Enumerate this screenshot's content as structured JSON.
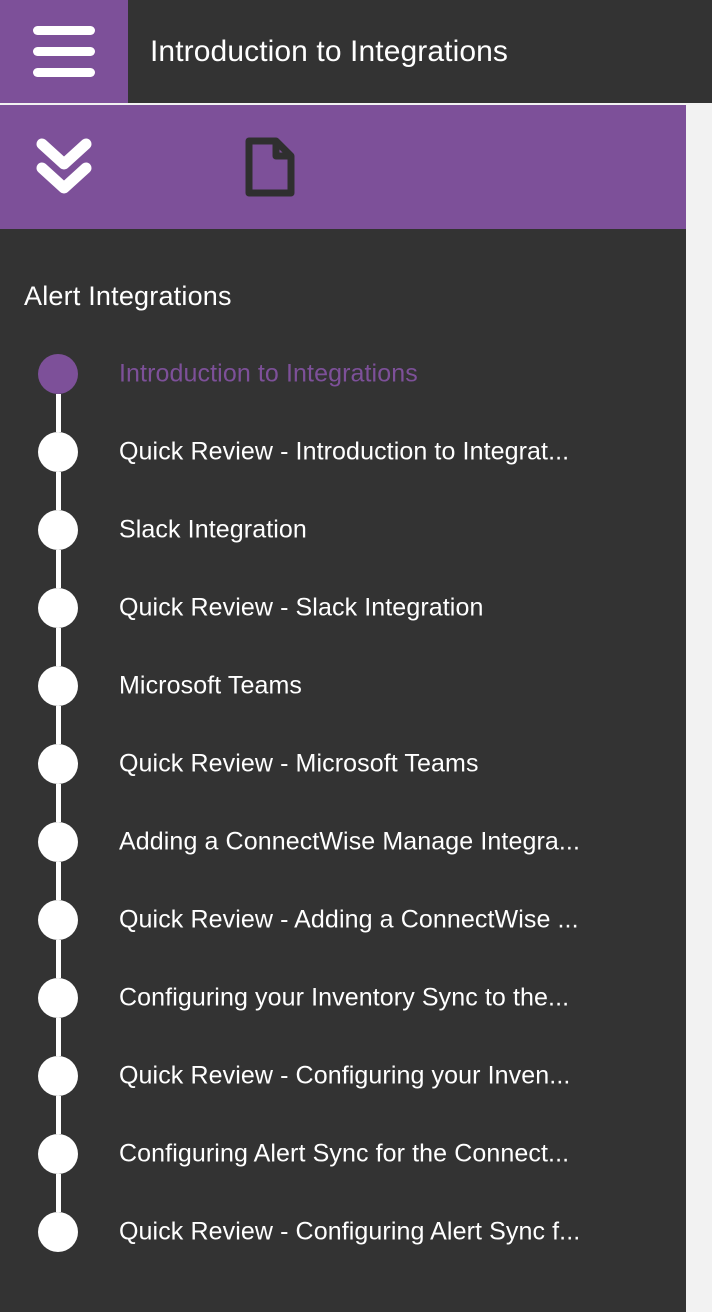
{
  "theme": {
    "accent": "#7d5099",
    "panel_bg": "#333333",
    "topbar_bg": "#333333",
    "page_bg": "#f2f2f2",
    "text": "#ffffff"
  },
  "topbar": {
    "title": "Introduction to Integrations",
    "menu_icon": "hamburger-menu-icon"
  },
  "subbar": {
    "buttons": [
      {
        "icon": "chevron-double-down-icon",
        "name": "collapse-toggle"
      },
      {
        "icon": "document-icon",
        "name": "document-view"
      }
    ]
  },
  "sidebar": {
    "heading": "Alert Integrations",
    "items": [
      {
        "label": "Introduction to Integrations",
        "active": true
      },
      {
        "label": "Quick Review - Introduction to Integrat...",
        "active": false
      },
      {
        "label": "Slack Integration",
        "active": false
      },
      {
        "label": "Quick Review - Slack Integration",
        "active": false
      },
      {
        "label": "Microsoft Teams",
        "active": false
      },
      {
        "label": "Quick Review - Microsoft Teams",
        "active": false
      },
      {
        "label": "Adding a ConnectWise Manage Integra...",
        "active": false
      },
      {
        "label": "Quick Review - Adding a ConnectWise ...",
        "active": false
      },
      {
        "label": "Configuring your Inventory Sync to the...",
        "active": false
      },
      {
        "label": "Quick Review - Configuring your Inven...",
        "active": false
      },
      {
        "label": "Configuring Alert Sync for the Connect...",
        "active": false
      },
      {
        "label": "Quick Review - Configuring Alert Sync f...",
        "active": false
      }
    ]
  }
}
